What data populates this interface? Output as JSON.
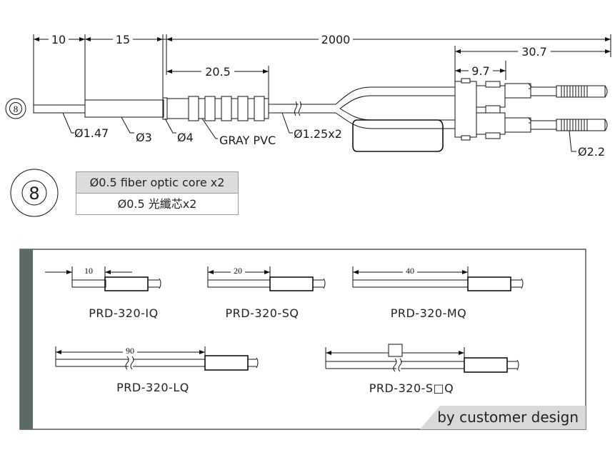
{
  "main_drawing": {
    "dims": {
      "d10": "10",
      "d15": "15",
      "d2000": "2000",
      "d20_5": "20.5",
      "d30_7": "30.7",
      "d9_7": "9.7"
    },
    "callouts": {
      "c1": "Ø1.47",
      "c2": "Ø3",
      "c3": "Ø4",
      "c4": "GRAY PVC",
      "c5": "Ø1.25x2",
      "c6": "Ø2.2"
    }
  },
  "legend": {
    "row1": "Ø0.5 fiber optic core x2",
    "row2": "Ø0.5 光纖芯x2",
    "symbol": "8"
  },
  "variants": [
    {
      "dim": "10",
      "model": "PRD-320-IQ"
    },
    {
      "dim": "20",
      "model": "PRD-320-SQ"
    },
    {
      "dim": "40",
      "model": "PRD-320-MQ"
    },
    {
      "dim": "90",
      "model": "PRD-320-LQ"
    },
    {
      "dim": "",
      "model": "PRD-320-S□Q"
    }
  ],
  "footer": {
    "text": "by customer design"
  },
  "colors": {
    "panel_bar": "#5a6b65",
    "panel_border": "#555555",
    "footer_bg": "#d9d9d9"
  }
}
